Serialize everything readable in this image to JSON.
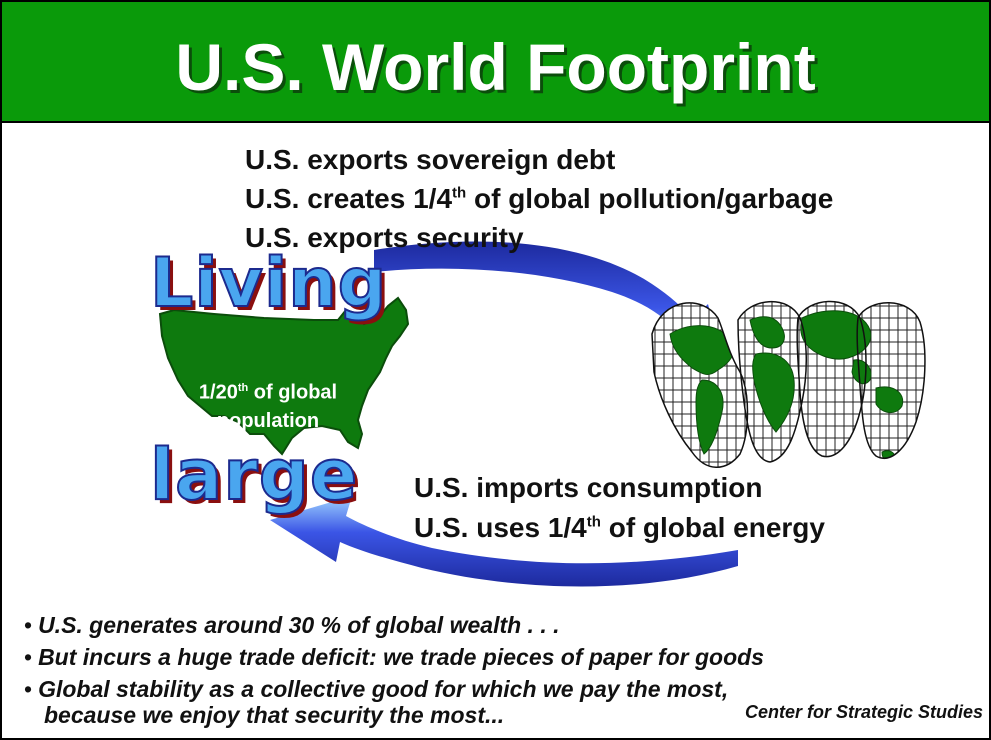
{
  "title": "U.S. World Footprint",
  "exports": {
    "line1": "U.S. exports sovereign debt",
    "line2_pre": "U.S. creates 1/4",
    "line2_sup": "th",
    "line2_post": " of global pollution/garbage",
    "line3": "U.S. exports security"
  },
  "art": {
    "word_top": "Living",
    "word_bottom": "large",
    "usa_label_pre": "1/20",
    "usa_label_sup": "th",
    "usa_label_post": " of global",
    "usa_label_line2": "population"
  },
  "imports": {
    "line1": "U.S. imports consumption",
    "line2_pre": "U.S. uses 1/4",
    "line2_sup": "th",
    "line2_post": " of global energy"
  },
  "bullets": [
    "U.S. generates around 30 % of global wealth . . .",
    "But incurs a huge trade deficit: we trade pieces of paper for goods",
    "Global stability as a collective good for which we pay the most,",
    "because we enjoy that security the most..."
  ],
  "source": "Center for Strategic Studies",
  "colors": {
    "header_green": "#0a9a0a",
    "land_green": "#0e7a0e",
    "arrow_blue": "#2a3ccf",
    "word_blue": "#4aa6ef"
  }
}
